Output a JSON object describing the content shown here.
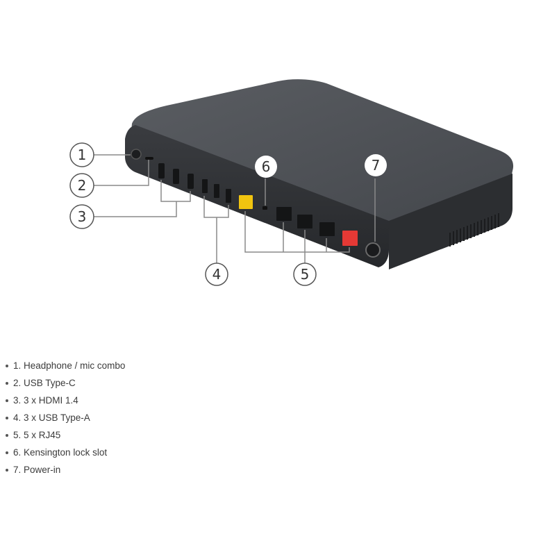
{
  "diagram": {
    "subject": "docking-station-rear-ports",
    "callouts": [
      {
        "number": "1",
        "target": "Headphone / mic combo"
      },
      {
        "number": "2",
        "target": "USB Type-C"
      },
      {
        "number": "3",
        "target": "3 x HDMI 1.4"
      },
      {
        "number": "4",
        "target": "3 x USB Type-A"
      },
      {
        "number": "5",
        "target": "5 x RJ45"
      },
      {
        "number": "6",
        "target": "Kensington lock slot"
      },
      {
        "number": "7",
        "target": "Power-in"
      }
    ],
    "colors": {
      "body_top": "#4a4d52",
      "body_front": "#2f3134",
      "rj45_highlight_yellow": "#f1c40f",
      "rj45_highlight_red": "#e53935",
      "callout_line": "#8a8a8a"
    }
  },
  "legend": {
    "items": [
      {
        "label": "1. Headphone / mic combo"
      },
      {
        "label": "2. USB Type-C"
      },
      {
        "label": "3. 3 x HDMI 1.4"
      },
      {
        "label": "4. 3 x USB Type-A"
      },
      {
        "label": "5. 5 x RJ45"
      },
      {
        "label": "6. Kensington lock slot"
      },
      {
        "label": "7. Power-in"
      }
    ]
  }
}
